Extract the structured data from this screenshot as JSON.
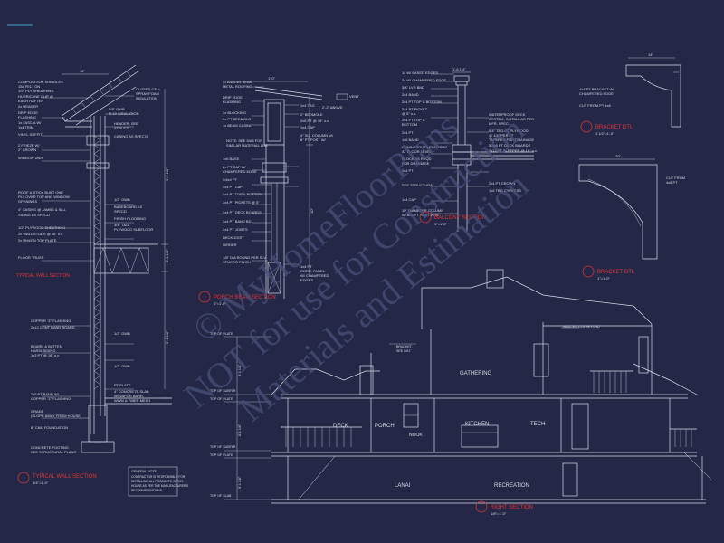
{
  "colors": {
    "background": "#242846",
    "line": "#d8dbe8",
    "title": "#e0343a",
    "watermark": "#4a4f78"
  },
  "watermark": {
    "line1": "© MyHomeFloorPlans",
    "line2": "NOT for use for Construction",
    "line3": "Materials and Estimation"
  },
  "typical_wall": {
    "title": "TYPICAL WALL SECTION",
    "scale": "3/4\"=1'-0\"",
    "callouts_left": [
      "COMPOSITION SHINGLES",
      "15# FELT ON",
      "1/2\" PLY SHEATHING",
      "HURRICANE CLIP @",
      "EACH RAFTER",
      "2x HEADER",
      "DRIP EDGE",
      "FLASHING",
      "1x FASCIA W/",
      "1x4 TRIM",
      "VINYL SOFFIT",
      "2 FRIEZE W/",
      "2\" CROWN",
      "WINDOW UNIT",
      "ROOF & STICK BUILT ONE",
      "PLY OVER TOP AND WINDOW",
      "OPENINGS",
      "4\" CASING @ JAMBS & SILL",
      "SIDING AS SPECD",
      "1/2\" PLYWOOD SHEATHING",
      "2x WALL STUDS @ 16\" o.c.",
      "2x RIM/ON TOP PLATE",
      "FLOOR TRUSS",
      "COPPER \"Z\" FLASHING",
      "2x12 CONT BAND BOARD",
      "BOARD & BATTEN",
      "HARDI SIDING",
      "1x3 PT @ 16\" o.c.",
      "2x6 PT BAND W/",
      "COPPER \"Z\" FLASHING",
      "GRADE",
      "(SLOPE AWAY FROM HOUSE)",
      "8\" CMU FOUNDATION",
      "CONCRETE FOOTING",
      "SEE STRUCTURAL PLANS"
    ],
    "callouts_right": [
      "CLOSED CELL",
      "SPRAY FOAM",
      "INSULATION",
      "5/8\" GWB",
      "R-19 INSULATION",
      "HEADER, SEE",
      "STRUCT.",
      "CASING AS SPEC'D",
      "1/2\" GWB",
      "BASEBOARD AS",
      "SPECD",
      "FINISH FLOORING",
      "3/4\" T&G",
      "PLYWOOD SUBFLOOR",
      "1/2\" GWB",
      "1/2\" GWB",
      "PT PLATE",
      "4\" CONCRETE SLAB",
      "W/ VAPOR BARR.",
      "WWM & FIBER MESH"
    ],
    "dim_top": "16\"",
    "dim_side_upper": "9'-1 1/8\"",
    "dim_side_mid": "8'-1 1/8\"",
    "dim_side_lower": "9'-1 1/8\""
  },
  "porch_beam": {
    "title": "PORCH BEAM SECTION",
    "scale": "1\"=1'-0\"",
    "callouts_left": [
      "STANDING SEAM",
      "METAL ROOFING",
      "DRIP EDGE",
      "FLASHING",
      "2x BLOCKING",
      "2x PT BEDMOLD",
      "1x BEAM CASING",
      "NOTE: SEE 5/A6 FOR",
      "SIMILAR MATERIAL LIST",
      "1x6 BASE",
      "2x PT CAP W/",
      "CHAMFERED EDGE",
      "5/4x4 PT",
      "2x4 PT CAP",
      "2x4 PT TOP & BOTTOM",
      "2x4 PT PICKETS @ 5\"",
      "2x4 PT DECK BOARDS",
      "2x4 PT BAND BD",
      "2x4 PT JOISTS",
      "DECK JOIST",
      "GIRDER",
      "1/8\" DIA ROUND PER SLV",
      "STUCCO FINISH"
    ],
    "callouts_right": [
      "1x4 TBG",
      "2\" BEDMOLD",
      "2x6 PT @ 16\" o.c.",
      "1x4 CAP",
      "4\" SQ. COLUMN W/",
      "8\" PT POST W/",
      "1x4 PT",
      "CORR. PANEL",
      "W/ CHAMFERED",
      "EDGES"
    ],
    "dim_top": "1'-0\"",
    "dim_side": "10\"",
    "vent": "VENT",
    "vent_note": "2'-2\" ABOVE"
  },
  "balcony": {
    "title": "BALCONY SECTION",
    "scale": "1\"=1'-0\"",
    "callouts_left": [
      "1x W/ EASED EDGES",
      "2x W/ CHAMFERED EDGE",
      "3/4\" LVR BND",
      "2x4 BAND",
      "2x4 PT TOP & BOTTOM",
      "2x4 PT PICKET",
      "@ 5\" o.c.",
      "2x4 PT TOP &",
      "BOTTOM",
      "2x4 PT",
      "1x6 BAND",
      "DOWNSPOUTS FLASHING",
      "AT FLOOR LEVEL",
      "BLOCK AS REQD",
      "FOR DRAINAGE",
      "2x4 PT",
      "SEE STRUCTURAL",
      "1x4 CAP",
      "10\" DIAMETER COLUMN",
      "W/ 6x6 PT POST W/IN"
    ],
    "callouts_right": [
      "WATERPROOF DECK",
      "SYSTEM, INSTALL AS PER",
      "MFR. SPEC.",
      "5/4\" TBG PT PLYWOOD",
      "@ 1/4\" PER FT",
      "TAPERED FOR DRAINAGE",
      "5/4x6 PT DECK BOARDS",
      "2x12 PT SLEEPER @ 16\" o.c.",
      "2x4 PT CROWN",
      "1x6 TBG CYPRESS"
    ],
    "dim_top": "1'-6 1/4\""
  },
  "bracket1": {
    "title": "BRACKET DTL",
    "scale": "1 1/2\"=1'-0\"",
    "label_left": [
      "4x4 PT BRACKET W/",
      "CHAMFERED EDGE"
    ],
    "label_bottom": "CUT FROM PT 4x8",
    "dim_top": "14\""
  },
  "bracket2": {
    "title": "BRACKET DTL",
    "scale": "1\"=1'-0\"",
    "label_right": [
      "CUT FROM",
      "4x8 PT"
    ],
    "dim_top": "30\""
  },
  "right_section": {
    "title": "RIGHT SECTION",
    "scale": "1/8\"=1'-0\"",
    "rooms": [
      "DECK",
      "PORCH",
      "NOOK",
      "KITCHEN",
      "TECH",
      "GATHERING",
      "LANAI",
      "RECREATION"
    ],
    "levels": [
      "TOP OF PLATE",
      "TOP OF SUBFLR",
      "TOP OF PLATE",
      "TOP OF SUBFLR",
      "TOP OF PLATE",
      "TOP OF SLAB"
    ],
    "dims": [
      "9'-1 1/8\"",
      "8'-1 1/8\"",
      "9'-1 1/8\""
    ],
    "notes": [
      {
        "text": "VAULTED CLG BEYOND"
      },
      {
        "text": "BRACKET,",
        "text2": "SEE 6/A7"
      }
    ]
  },
  "general_note": {
    "text": [
      "GENERAL NOTE:",
      "CONTRACTOR IS RESPONSIBLE FOR",
      "INSTALLING ALL PRODUCTS IN THIS",
      "HOUSE AS PER THE MANUFACTURER'S",
      "RECOMMENDATIONS."
    ]
  }
}
